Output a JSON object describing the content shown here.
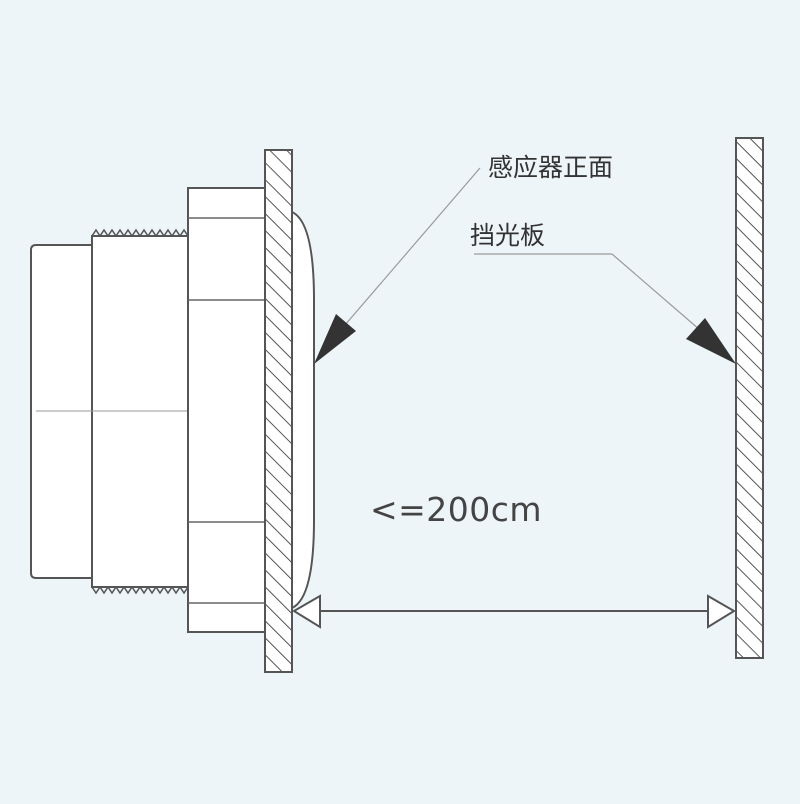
{
  "labels": {
    "sensor_front": "感应器正面",
    "baffle": "挡光板",
    "distance": "<=200cm"
  },
  "colors": {
    "background": "#eef5f9",
    "outline": "#555555",
    "body_fill": "#ffffff",
    "leader": "#9a9a9a",
    "arrow_fill": "#333333"
  }
}
